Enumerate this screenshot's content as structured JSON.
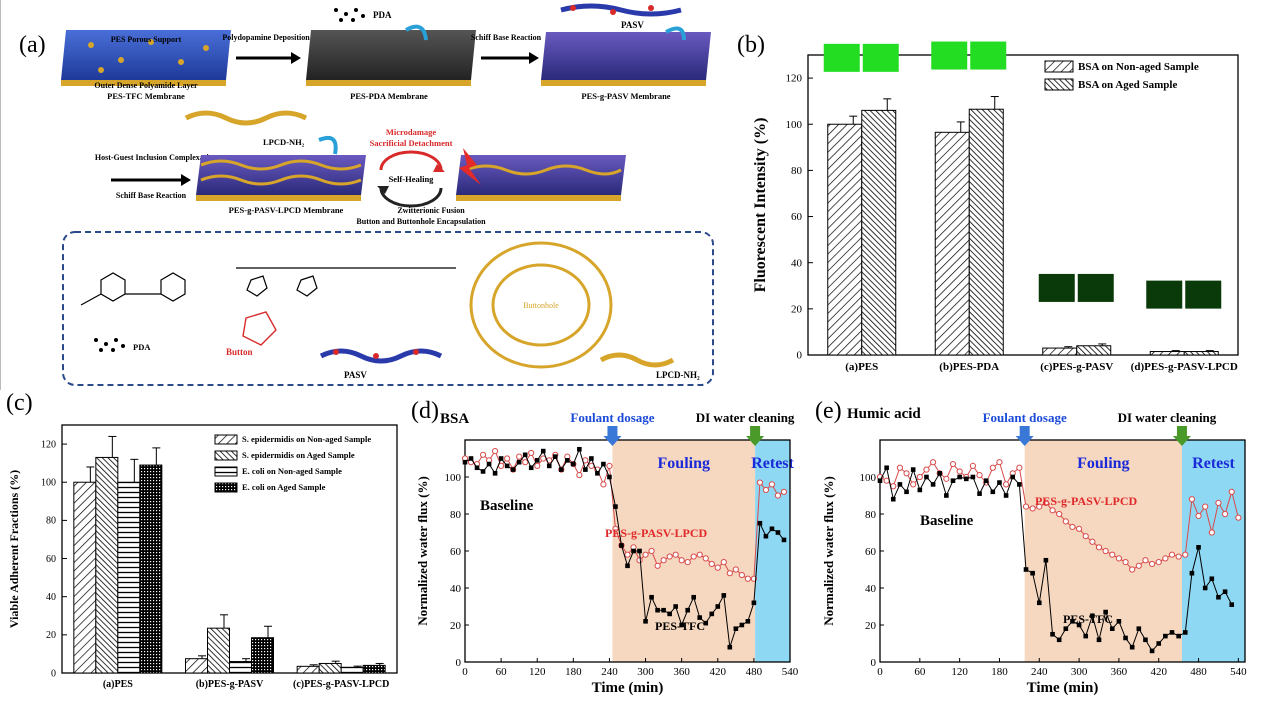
{
  "panel_labels": {
    "a": "(a)",
    "b": "(b)",
    "c": "(c)",
    "d": "(d)",
    "e": "(e)"
  },
  "schematic": {
    "pes_porous_support": "PES Porous Support",
    "outer_dense_layer": "Outer Dense Polyamide Layer",
    "pes_tfc_membrane": "PES-TFC Membrane",
    "polydopamine_deposition": "Polydopamine Deposition",
    "pda_label": "PDA",
    "pes_pda_membrane": "PES-PDA Membrane",
    "schiff_base_reaction": "Schiff Base Reaction",
    "pasv_label": "PASV",
    "pes_g_pasv_membrane": "PES-g-PASV Membrane",
    "lpcd_nh2": "LPCD-NH₂",
    "host_guest": "Host-Guest Inclusion Complexation",
    "schiff_base_reaction_2": "Schiff Base Reaction",
    "pes_g_pasv_lpcd_membrane": "PES-g-PASV-LPCD Membrane",
    "microdamage": "Microdamage",
    "sacrificial_detachment": "Sacrificial Detachment",
    "self_healing": "Self-Healing",
    "zwitterionic_fusion": "Zwitterionic Fusion",
    "button_encapsulation": "Button and Buttonhole Encapsulation",
    "pda_legend": "PDA",
    "button_label": "Button",
    "pasv_legend": "PASV",
    "buttonhole_label": "Buttonhole",
    "lpcd_legend": "LPCD-NH₂"
  },
  "chart_data": [
    {
      "id": "b",
      "type": "bar",
      "categories": [
        "(a)PES",
        "(b)PES-PDA",
        "(c)PES-g-PASV",
        "(d)PES-g-PASV-LPCD"
      ],
      "series": [
        {
          "name": "BSA on Non-aged Sample",
          "values": [
            100,
            96.5,
            3,
            1.5
          ],
          "errors": [
            3.5,
            4.5,
            0.6,
            0.4
          ]
        },
        {
          "name": "BSA on Aged Sample",
          "values": [
            106,
            106.5,
            4,
            1.5
          ],
          "errors": [
            5,
            5.5,
            0.8,
            0.4
          ]
        }
      ],
      "ylabel": "Fluorescent Intensity (%)",
      "ylim": [
        0,
        130
      ],
      "yticks": [
        0,
        20,
        40,
        60,
        80,
        100,
        120
      ],
      "legend": "top-right",
      "fluorescence_colors": [
        "#22dd22",
        "#22dd22",
        "#0a3a0a",
        "#0a3a0a"
      ]
    },
    {
      "id": "c",
      "type": "bar",
      "categories": [
        "(a)PES",
        "(b)PES-g-PASV",
        "(c)PES-g-PASV-LPCD"
      ],
      "series": [
        {
          "name": "S. epidermidis on Non-aged Sample",
          "values": [
            100,
            7.5,
            3.5
          ],
          "errors": [
            8,
            1.5,
            0.8
          ]
        },
        {
          "name": "S. epidermidis on Aged Sample",
          "values": [
            113,
            23.5,
            5
          ],
          "errors": [
            11,
            7,
            1.2
          ]
        },
        {
          "name": "E. coli on Non-aged Sample",
          "values": [
            100,
            6,
            3
          ],
          "errors": [
            12,
            1.5,
            0.6
          ]
        },
        {
          "name": "E. coli on Aged Sample",
          "values": [
            109,
            18.5,
            4
          ],
          "errors": [
            9,
            6,
            1
          ]
        }
      ],
      "ylabel": "Viable Adherent Fractions (%)",
      "ylim": [
        0,
        130
      ],
      "yticks": [
        0,
        20,
        40,
        60,
        80,
        100,
        120
      ],
      "legend": "top-right"
    },
    {
      "id": "d",
      "type": "line",
      "title": "BSA",
      "xlabel": "Time (min)",
      "ylabel": "Normalized water flux (%)",
      "xlim": [
        0,
        540
      ],
      "ylim": [
        0,
        120
      ],
      "xticks": [
        0,
        60,
        120,
        180,
        240,
        300,
        360,
        420,
        480,
        540
      ],
      "yticks": [
        0,
        20,
        40,
        60,
        80,
        100
      ],
      "regions": [
        {
          "label": "Fouling",
          "from": 245,
          "to": 482,
          "color": "#f6d7c0"
        },
        {
          "label": "Retest",
          "from": 482,
          "to": 540,
          "color": "#8fd8f4"
        }
      ],
      "markers": [
        {
          "label": "Foulant dosage",
          "x": 245,
          "color": "#3a78d8"
        },
        {
          "label": "DI water cleaning",
          "x": 482,
          "color": "#4a9a2a"
        }
      ],
      "annotations": [
        "Baseline"
      ],
      "series": [
        {
          "name": "PES-g-PASV-LPCD",
          "color": "#d84a4a",
          "marker": "open-circle",
          "x": [
            0,
            10,
            20,
            30,
            40,
            50,
            60,
            70,
            80,
            90,
            100,
            110,
            120,
            130,
            140,
            150,
            160,
            170,
            180,
            190,
            200,
            210,
            220,
            230,
            240,
            250,
            260,
            270,
            280,
            290,
            300,
            310,
            320,
            330,
            340,
            350,
            360,
            370,
            380,
            390,
            400,
            410,
            420,
            430,
            440,
            450,
            460,
            470,
            480,
            490,
            500,
            510,
            520,
            530
          ],
          "y": [
            110,
            108,
            107,
            112,
            109,
            114,
            106,
            110,
            104,
            111,
            108,
            113,
            106,
            110,
            109,
            112,
            104,
            111,
            107,
            101,
            109,
            106,
            104,
            96,
            106,
            72,
            63,
            58,
            62,
            55,
            58,
            60,
            52,
            55,
            57,
            58,
            55,
            54,
            57,
            58,
            56,
            53,
            51,
            54,
            48,
            50,
            47,
            45,
            45,
            97,
            93,
            96,
            90,
            92
          ]
        },
        {
          "name": "PES-TFC",
          "color": "#000000",
          "marker": "filled-square",
          "x": [
            0,
            10,
            20,
            30,
            40,
            50,
            60,
            70,
            80,
            90,
            100,
            110,
            120,
            130,
            140,
            150,
            160,
            170,
            180,
            190,
            200,
            210,
            220,
            230,
            240,
            250,
            260,
            270,
            280,
            290,
            300,
            310,
            320,
            330,
            340,
            350,
            360,
            370,
            380,
            390,
            400,
            410,
            420,
            430,
            440,
            450,
            460,
            470,
            480,
            490,
            500,
            510,
            520,
            530
          ],
          "y": [
            108,
            110,
            105,
            103,
            107,
            102,
            110,
            106,
            104,
            108,
            112,
            105,
            109,
            114,
            106,
            111,
            104,
            109,
            107,
            115,
            104,
            110,
            102,
            107,
            100,
            84,
            63,
            52,
            60,
            60,
            22,
            35,
            28,
            28,
            26,
            30,
            20,
            28,
            35,
            24,
            21,
            26,
            30,
            36,
            8,
            18,
            20,
            22,
            32,
            75,
            68,
            72,
            70,
            66
          ]
        }
      ]
    },
    {
      "id": "e",
      "type": "line",
      "title": "Humic acid",
      "xlabel": "Time (min)",
      "ylabel": "Normalized water flux (%)",
      "xlim": [
        0,
        550
      ],
      "ylim": [
        0,
        120
      ],
      "xticks": [
        0,
        60,
        120,
        180,
        240,
        300,
        360,
        420,
        480,
        540
      ],
      "yticks": [
        0,
        20,
        40,
        60,
        80,
        100
      ],
      "regions": [
        {
          "label": "Fouling",
          "from": 218,
          "to": 455,
          "color": "#f6d7c0"
        },
        {
          "label": "Retest",
          "from": 455,
          "to": 550,
          "color": "#8fd8f4"
        }
      ],
      "markers": [
        {
          "label": "Foulant dosage",
          "x": 218,
          "color": "#3a78d8"
        },
        {
          "label": "DI water cleaning",
          "x": 455,
          "color": "#4a9a2a"
        }
      ],
      "annotations": [
        "Baseline"
      ],
      "series": [
        {
          "name": "PES-g-PASV-LPCD",
          "color": "#d84a4a",
          "marker": "open-circle",
          "x": [
            0,
            10,
            20,
            30,
            40,
            50,
            60,
            70,
            80,
            90,
            100,
            110,
            120,
            130,
            140,
            150,
            160,
            170,
            180,
            190,
            200,
            210,
            220,
            230,
            240,
            250,
            260,
            270,
            280,
            290,
            300,
            310,
            320,
            330,
            340,
            350,
            360,
            370,
            380,
            390,
            400,
            410,
            420,
            430,
            440,
            450,
            460,
            470,
            480,
            490,
            500,
            510,
            520,
            530,
            540
          ],
          "y": [
            100,
            98,
            95,
            105,
            102,
            96,
            100,
            104,
            108,
            102,
            99,
            107,
            103,
            100,
            106,
            101,
            97,
            105,
            108,
            96,
            102,
            105,
            84,
            83,
            84,
            86,
            82,
            80,
            76,
            73,
            72,
            68,
            65,
            62,
            60,
            58,
            56,
            54,
            50,
            52,
            55,
            53,
            54,
            56,
            58,
            57,
            58,
            88,
            79,
            84,
            70,
            86,
            80,
            92,
            78
          ]
        },
        {
          "name": "PES-TFC",
          "color": "#000000",
          "marker": "filled-square",
          "x": [
            0,
            10,
            20,
            30,
            40,
            50,
            60,
            70,
            80,
            90,
            100,
            110,
            120,
            130,
            140,
            150,
            160,
            170,
            180,
            190,
            200,
            210,
            220,
            230,
            240,
            250,
            260,
            270,
            280,
            290,
            300,
            310,
            320,
            330,
            340,
            350,
            360,
            370,
            380,
            390,
            400,
            410,
            420,
            430,
            440,
            450,
            460,
            470,
            480,
            490,
            500,
            510,
            520,
            530
          ],
          "y": [
            98,
            105,
            88,
            96,
            92,
            104,
            93,
            100,
            96,
            102,
            90,
            98,
            100,
            99,
            100,
            91,
            98,
            92,
            97,
            90,
            100,
            96,
            50,
            48,
            32,
            55,
            15,
            12,
            18,
            22,
            20,
            14,
            25,
            12,
            27,
            18,
            22,
            13,
            8,
            18,
            12,
            6,
            10,
            14,
            16,
            14,
            16,
            48,
            62,
            40,
            45,
            35,
            38,
            31
          ]
        }
      ]
    }
  ]
}
